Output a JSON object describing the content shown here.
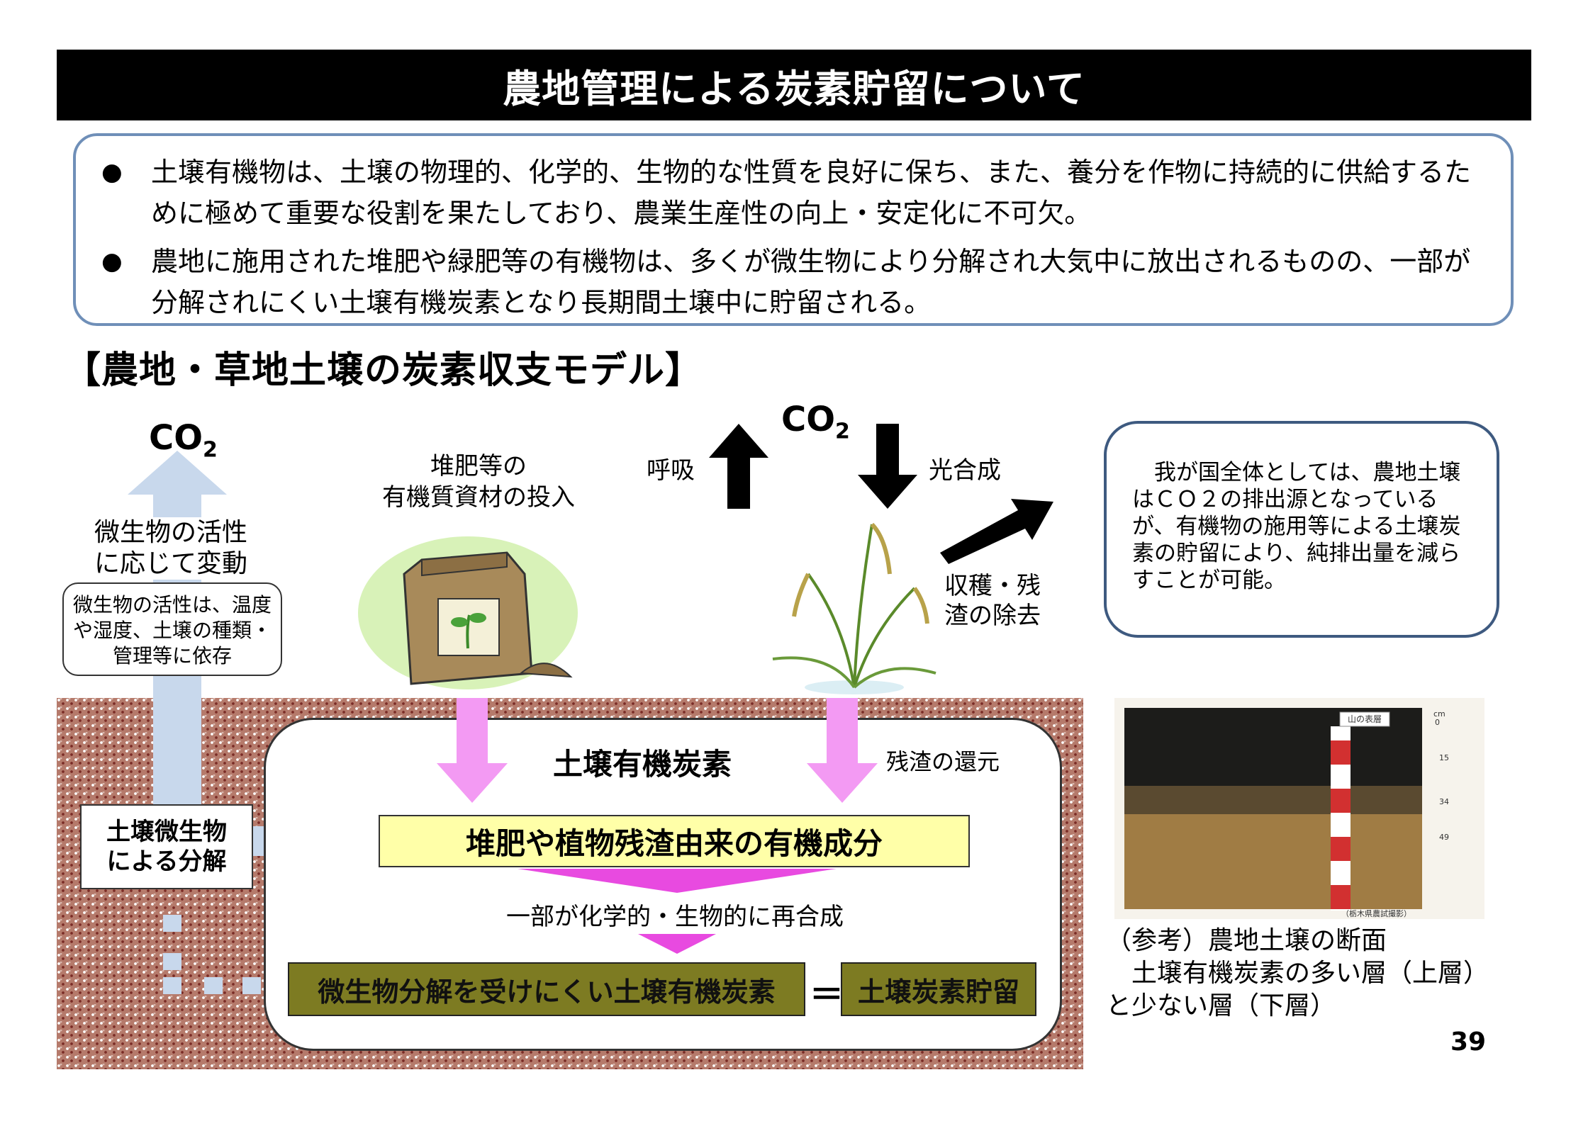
{
  "title": "農地管理による炭素貯留について",
  "bullets": [
    {
      "marker": "●",
      "text": "土壌有機物は、土壌の物理的、化学的、生物的な性質を良好に保ち、また、養分を作物に持続的に供給するために極めて重要な役割を果たしており、農業生産性の向上・安定化に不可欠。"
    },
    {
      "marker": "●",
      "text": "農地に施用された堆肥や緑肥等の有機物は、多くが微生物により分解され大気中に放出されるものの、一部が分解されにくい土壌有機炭素となり長期間土壌中に貯留される。"
    }
  ],
  "subheading": "【農地・草地土壌の炭素収支モデル】",
  "diagram": {
    "co2_left": "CO",
    "co2_left_sub": "2",
    "microbe_activity": "微生物の活性\nに応じて変動",
    "microbe_note": "微生物の活性は、温度や湿度、土壌の種類・管理等に依存",
    "compost_label": "堆肥等の\n有機質資材の投入",
    "respiration": "呼吸",
    "co2_top": "CO",
    "co2_top_sub": "2",
    "photosynthesis": "光合成",
    "harvest": "収穫・残\n渣の除去",
    "soil_carbon_title": "土壌有機炭素",
    "residue_return": "残渣の還元",
    "decomposition": "土壌微生物\nによる分解",
    "organic_components": "堆肥や植物残渣由来の有機成分",
    "resynthesis": "一部が化学的・生物的に再合成",
    "resistant_carbon": "微生物分解を受けにくい土壌有機炭素",
    "equals": "＝",
    "carbon_storage": "土壌炭素貯留"
  },
  "side_note": "　我が国全体としては、農地土壌はＣＯ２の排出源となっているが、有機物の施用等による土壌炭素の貯留により、純排出量を減らすことが可能。",
  "photo": {
    "sign": "山の表層",
    "scale_unit": "cm",
    "scale_ticks": [
      "0",
      "15",
      "34",
      "49"
    ],
    "credit": "（栃木県農試撮影）"
  },
  "caption": "（参考）農地土壌の断面\n　土壌有機炭素の多い層（上層）\nと少ない層（下層）",
  "page_number": "39",
  "colors": {
    "title_bg": "#000000",
    "intro_border": "#6f8fb8",
    "soil": "#b57a6b",
    "flow_arrow": "#c8d8ec",
    "pink_arrow": "#f39af3",
    "magenta_arrow": "#e84ae0",
    "yellow_box": "#ffffa8",
    "olive_box": "#7d7b22"
  }
}
